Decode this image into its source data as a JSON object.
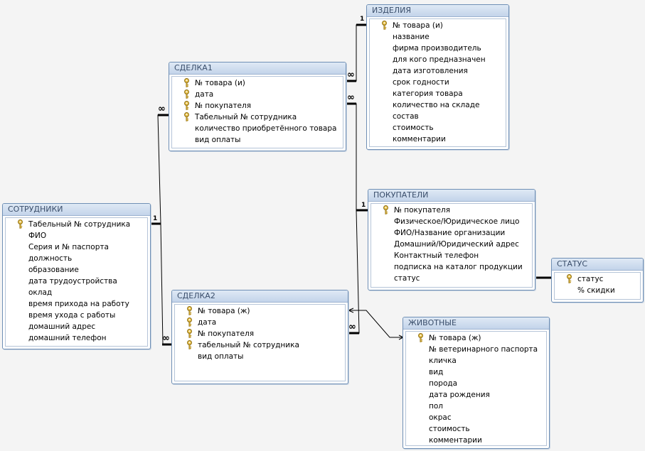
{
  "tables": {
    "sdelka1": {
      "title": "СДЕЛКА1",
      "fields": [
        {
          "name": "№ товара (и)",
          "key": true
        },
        {
          "name": "дата",
          "key": true
        },
        {
          "name": "№ покупателя",
          "key": true
        },
        {
          "name": "Табельный № сотрудника",
          "key": true
        },
        {
          "name": "количество приобретённого товара",
          "key": false
        },
        {
          "name": "вид оплаты",
          "key": false
        }
      ]
    },
    "izdeliya": {
      "title": "ИЗДЕЛИЯ",
      "fields": [
        {
          "name": "№ товара (и)",
          "key": true
        },
        {
          "name": "название",
          "key": false
        },
        {
          "name": "фирма производитель",
          "key": false
        },
        {
          "name": "для кого предназначен",
          "key": false
        },
        {
          "name": "дата изготовления",
          "key": false
        },
        {
          "name": "срок годности",
          "key": false
        },
        {
          "name": "категория товара",
          "key": false
        },
        {
          "name": "количество на складе",
          "key": false
        },
        {
          "name": "состав",
          "key": false
        },
        {
          "name": "стоимость",
          "key": false
        },
        {
          "name": "комментарии",
          "key": false
        }
      ]
    },
    "sotrudniki": {
      "title": "СОТРУДНИКИ",
      "fields": [
        {
          "name": "Табельный № сотрудника",
          "key": true
        },
        {
          "name": "ФИО",
          "key": false
        },
        {
          "name": "Серия и № паспорта",
          "key": false
        },
        {
          "name": "должность",
          "key": false
        },
        {
          "name": "образование",
          "key": false
        },
        {
          "name": "дата трудоустройства",
          "key": false
        },
        {
          "name": "оклад",
          "key": false
        },
        {
          "name": "время прихода на работу",
          "key": false
        },
        {
          "name": "время ухода с работы",
          "key": false
        },
        {
          "name": "домашний адрес",
          "key": false
        },
        {
          "name": "домашний телефон",
          "key": false
        }
      ]
    },
    "pokupateli": {
      "title": "ПОКУПАТЕЛИ",
      "fields": [
        {
          "name": "№ покупателя",
          "key": true
        },
        {
          "name": "Физическое/Юридическое лицо",
          "key": false
        },
        {
          "name": "ФИО/Название организации",
          "key": false
        },
        {
          "name": "Домашний/Юридический адрес",
          "key": false
        },
        {
          "name": "Контактный телефон",
          "key": false
        },
        {
          "name": "подписка на каталог продукции",
          "key": false
        },
        {
          "name": "статус",
          "key": false
        }
      ]
    },
    "status": {
      "title": "СТАТУС",
      "fields": [
        {
          "name": "статус",
          "key": true
        },
        {
          "name": "% скидки",
          "key": false
        }
      ]
    },
    "sdelka2": {
      "title": "СДЕЛКА2",
      "fields": [
        {
          "name": "№ товара (ж)",
          "key": true
        },
        {
          "name": "дата",
          "key": true
        },
        {
          "name": "№ покупателя",
          "key": true
        },
        {
          "name": "табельный № сотрудника",
          "key": true
        },
        {
          "name": "вид оплаты",
          "key": false
        }
      ]
    },
    "zhivotnye": {
      "title": "ЖИВОТНЫЕ",
      "fields": [
        {
          "name": "№ товара (ж)",
          "key": true
        },
        {
          "name": "№ ветеринарного паспорта",
          "key": false
        },
        {
          "name": "кличка",
          "key": false
        },
        {
          "name": "вид",
          "key": false
        },
        {
          "name": "порода",
          "key": false
        },
        {
          "name": "дата рождения",
          "key": false
        },
        {
          "name": "пол",
          "key": false
        },
        {
          "name": "окрас",
          "key": false
        },
        {
          "name": "стоимость",
          "key": false
        },
        {
          "name": "комментарии",
          "key": false
        }
      ]
    }
  },
  "cardinality": {
    "one": "1",
    "many": "∞"
  },
  "colors": {
    "title_bg": "#c3d4ea",
    "border": "#6f8fb5",
    "line": "#000000",
    "background": "#f4f4f4"
  },
  "icons": {
    "primary_key": "key-icon"
  }
}
